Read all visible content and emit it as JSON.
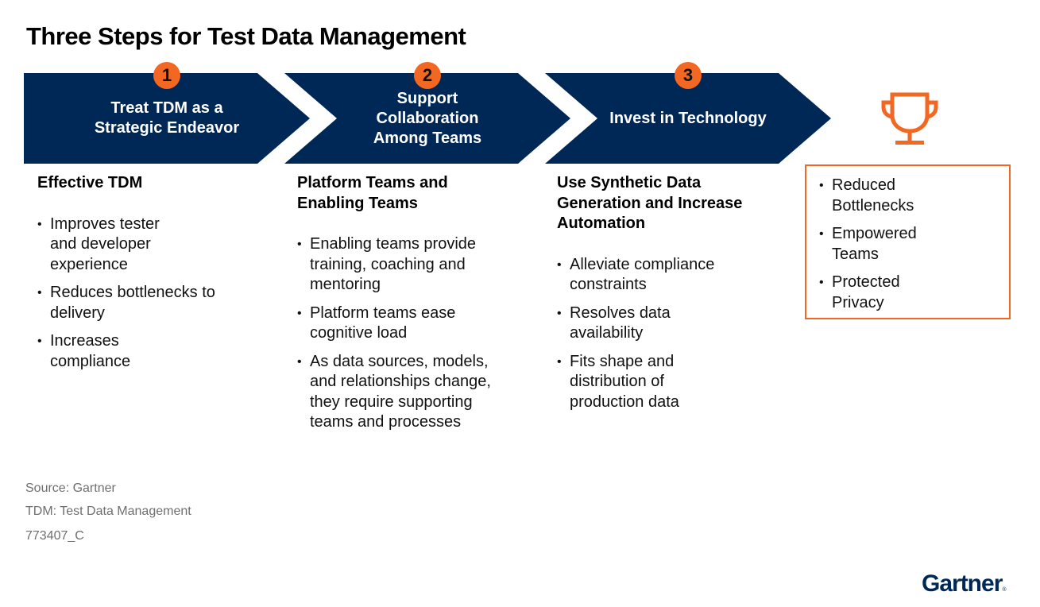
{
  "title": "Three Steps for Test Data Management",
  "colors": {
    "navy": "#002856",
    "orange": "#f26722",
    "footer_gray": "#6f6f6f"
  },
  "steps": [
    {
      "number": "1",
      "label": "Treat TDM as a Strategic Endeavor",
      "heading": "Effective TDM",
      "bullets": [
        "Improves tester and developer experience",
        "Reduces bottlenecks to delivery",
        "Increases compliance"
      ]
    },
    {
      "number": "2",
      "label": "Support Collaboration Among Teams",
      "heading": "Platform Teams and Enabling Teams",
      "bullets": [
        "Enabling teams provide training, coaching and mentoring",
        "Platform teams ease cognitive load",
        "As data sources, models, and relationships change, they require supporting teams and processes"
      ]
    },
    {
      "number": "3",
      "label": "Invest in Technology",
      "heading": "Use Synthetic Data Generation and Increase Automation",
      "bullets": [
        "Alleviate compliance constraints",
        "Resolves data availability",
        "Fits shape and distribution of production data"
      ]
    }
  ],
  "outcome": {
    "icon": "trophy-icon",
    "bullets": [
      "Reduced Bottlenecks",
      "Empowered Teams",
      "Protected Privacy"
    ]
  },
  "footer": {
    "source": "Source: Gartner",
    "abbreviation": "TDM: Test Data Management",
    "id": "773407_C"
  },
  "logo": {
    "text": "Gartner",
    "mark": "®"
  }
}
